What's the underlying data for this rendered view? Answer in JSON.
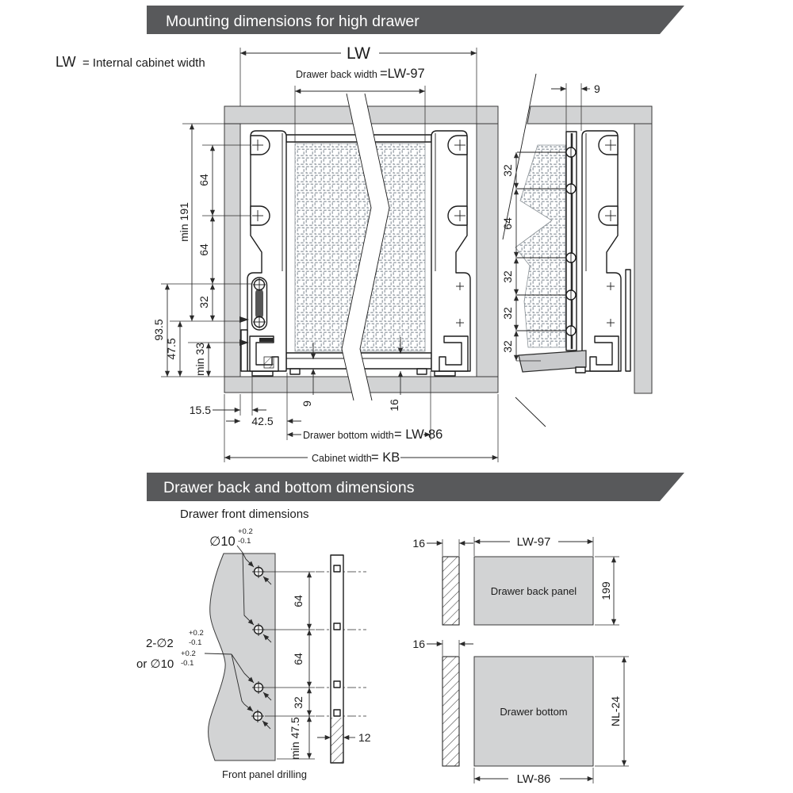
{
  "banners": {
    "top": "Mounting dimensions for high drawer",
    "middle": "Drawer back and bottom dimensions"
  },
  "legend": {
    "term": "LW",
    "definition": "= Internal cabinet width"
  },
  "front_view": {
    "width_label": "LW",
    "back_width_text": "Drawer back width",
    "back_width_value": "=LW-97",
    "bottom_width_text": "Drawer bottom width",
    "bottom_width_value": "= LW-86",
    "cabinet_width_text": "Cabinet width",
    "cabinet_width_value": "= KB",
    "dims": {
      "min191": "min 191",
      "d64a": "64",
      "d64b": "64",
      "d32": "32",
      "d935": "93.5",
      "d475": "47.5",
      "min33": "min 33",
      "d155": "15.5",
      "d425": "42.5",
      "d9": "9",
      "d16": "16"
    }
  },
  "side_view": {
    "dims": {
      "d9": "9",
      "d32a": "32",
      "d64": "64",
      "d32b": "32",
      "d32c": "32",
      "d32d": "32"
    }
  },
  "front_panel": {
    "title": "Drawer front dimensions",
    "caption": "Front panel drilling",
    "labels": {
      "hole_top": "∅10",
      "hole_mid": "2-∅2",
      "hole_alt": "or ∅10",
      "tol_plus": "+0.2",
      "tol_minus": "-0.1"
    },
    "dims": {
      "d64a": "64",
      "d64b": "64",
      "d32": "32",
      "min475": "min 47.5",
      "d12": "12"
    }
  },
  "back_panel": {
    "label": "Drawer back panel",
    "thickness": "16",
    "width": "LW-97",
    "height": "199"
  },
  "bottom_panel": {
    "label": "Drawer bottom",
    "thickness": "16",
    "width": "LW-86",
    "height": "NL-24"
  },
  "colors": {
    "banner": "#58595b",
    "panel": "#d2d3d4",
    "line": "#1c1c1c",
    "dimc": "#2b2b2b",
    "mesh": "#99a1a8"
  }
}
